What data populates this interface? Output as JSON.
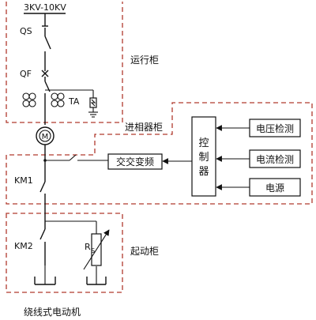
{
  "diagram": {
    "supply_voltage": "3KV-10KV",
    "labels": {
      "qs": "QS",
      "qf": "QF",
      "ta": "TA",
      "motor": "M",
      "km1": "KM1",
      "km2": "KM2",
      "rs_main": "R",
      "rs_sub": "S"
    },
    "cabinets": {
      "running": "运行柜",
      "phase_advancer": "进相器柜",
      "starting": "起动柜"
    },
    "blocks": {
      "ac_converter": "交交变频",
      "controller_chars": [
        "控",
        "制",
        "器"
      ],
      "voltage_detect": "电压检测",
      "current_detect": "电流检测",
      "power_supply": "电源"
    },
    "caption": "绕线式电动机",
    "colors": {
      "line": "#111111",
      "dashed_border": "#b03a2e"
    }
  }
}
